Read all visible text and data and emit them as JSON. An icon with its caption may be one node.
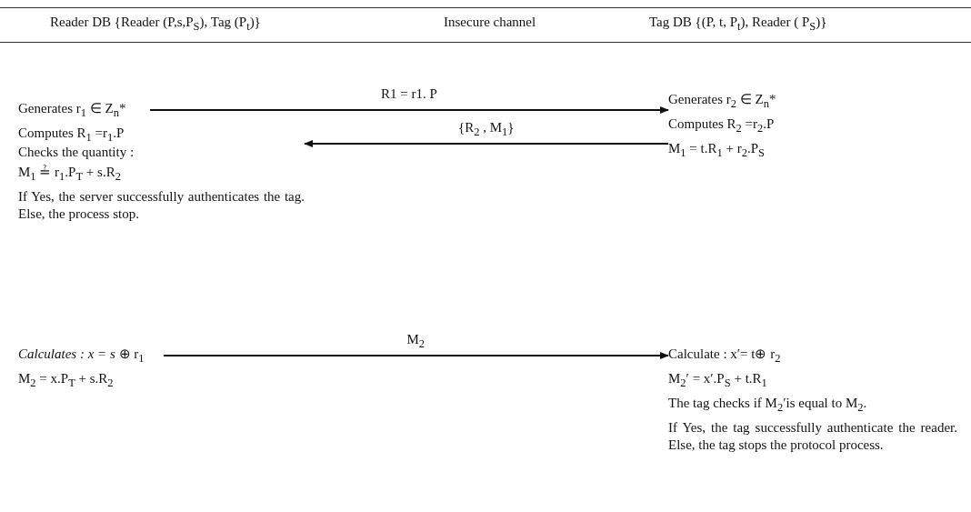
{
  "diagram": {
    "nodes": [
      {
        "text": [
          "Generates r$_{1}$ ∈ Z$_{n}$*",
          "Computes R$_{1}$ =r$_{1}$.P"
        ]
      },
      {
        "text": [
          "Generates  r$_{2}$ ∈ Z$_{n}$*",
          "Computes R$_{2}$ =r$_{2}$.P",
          "M$_{1}$ = t.R$_{1}$ + r$_{2}$.P$_{S}$"
        ]
      },
      {
        "text": [
          "Checks the quantity :",
          "M$_{1}$ ≟ r$_{1}$.P$_{T}$ + s.R$_{2}$",
          "If Yes, the server successfully authenticates the tag. Else, the process stop."
        ]
      },
      {
        "text": [
          "*Calculates : x = s* ⊕ r$_{1}$",
          "M$_{2}$ = x.P$_{T}$ + s.R$_{2}$"
        ]
      },
      {
        "text": [
          "Calculate : x′= t⊕  r$_{2}$",
          "M$_{2}$′ = x′.P$_{S}$ + t.R$_{1}$",
          "The tag checks if M$_{2}$′is equal to M$_{2}$.",
          "If Yes, the tag successfully authenticate the reader. Else, the tag stops the protocol process."
        ]
      }
    ],
    "edges": [
      {
        "from": 0,
        "to": 1,
        "arrow": "to",
        "label": "R1 = r1. P"
      },
      {
        "from": 1,
        "to": 2,
        "arrow": "to",
        "label": "{R$_{2}$ , M$_{1}$}"
      },
      {
        "from": 3,
        "to": 4,
        "arrow": "to",
        "label": "M$_{2}$"
      }
    ],
    "labels": [
      "Reader DB {Reader (P,s,P$_{S}$), Tag (P$_{t}$)}",
      "Insecure channel",
      "Tag DB {(P, t, P$_{t}$), Reader ( P$_{S}$)}"
    ]
  }
}
